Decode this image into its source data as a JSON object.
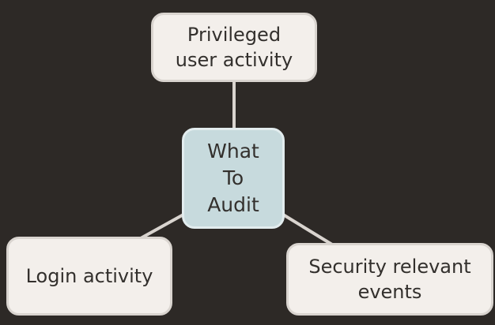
{
  "diagram": {
    "center": {
      "label": "What\nTo\nAudit"
    },
    "top": {
      "label": "Privileged\nuser activity"
    },
    "left": {
      "label": "Login activity"
    },
    "right": {
      "label": "Security relevant\nevents"
    }
  },
  "colors": {
    "background": "#2d2926",
    "outer_box_fill": "#f3efeb",
    "center_box_fill": "#c7dadd",
    "connector": "#d9d4cf",
    "text": "#33302d"
  }
}
